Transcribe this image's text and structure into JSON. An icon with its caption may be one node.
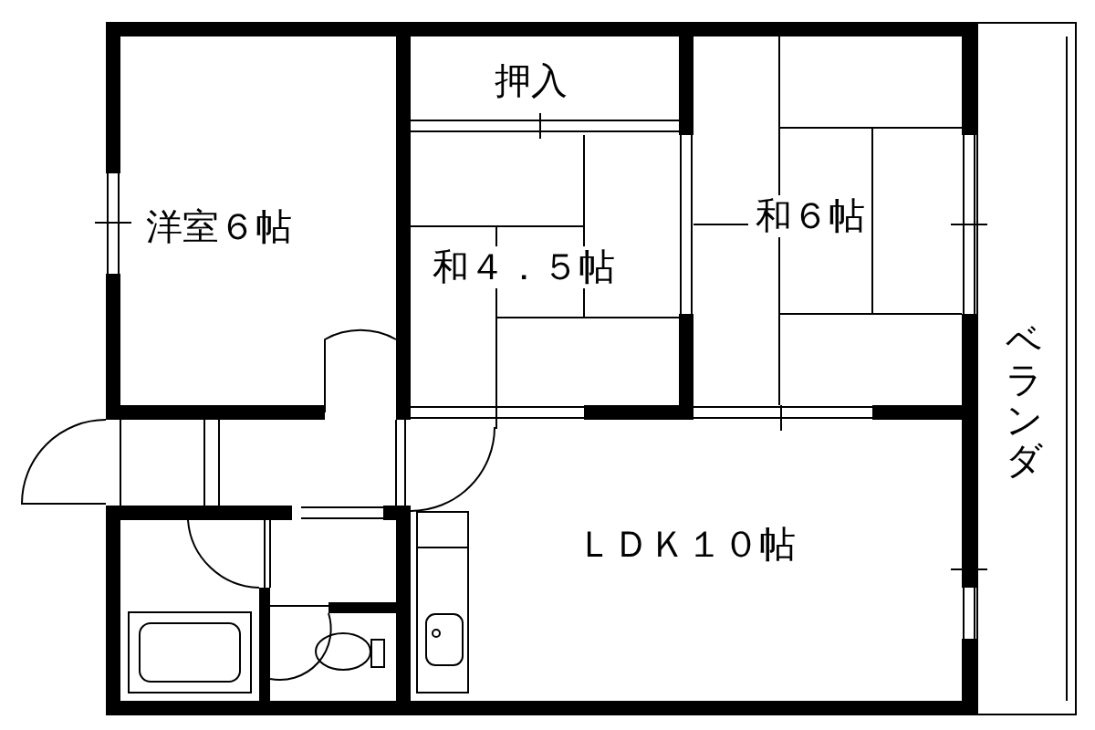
{
  "diagram": {
    "nodes": [
      {
        "text": [
          "洋室６帖"
        ]
      },
      {
        "text": [
          "押入"
        ]
      },
      {
        "text": [
          "和４．５帖"
        ]
      },
      {
        "text": [
          "和６帖"
        ]
      },
      {
        "text": [
          "ベランダ"
        ]
      },
      {
        "text": [
          "ＬＤＫ１０帖"
        ]
      }
    ]
  }
}
